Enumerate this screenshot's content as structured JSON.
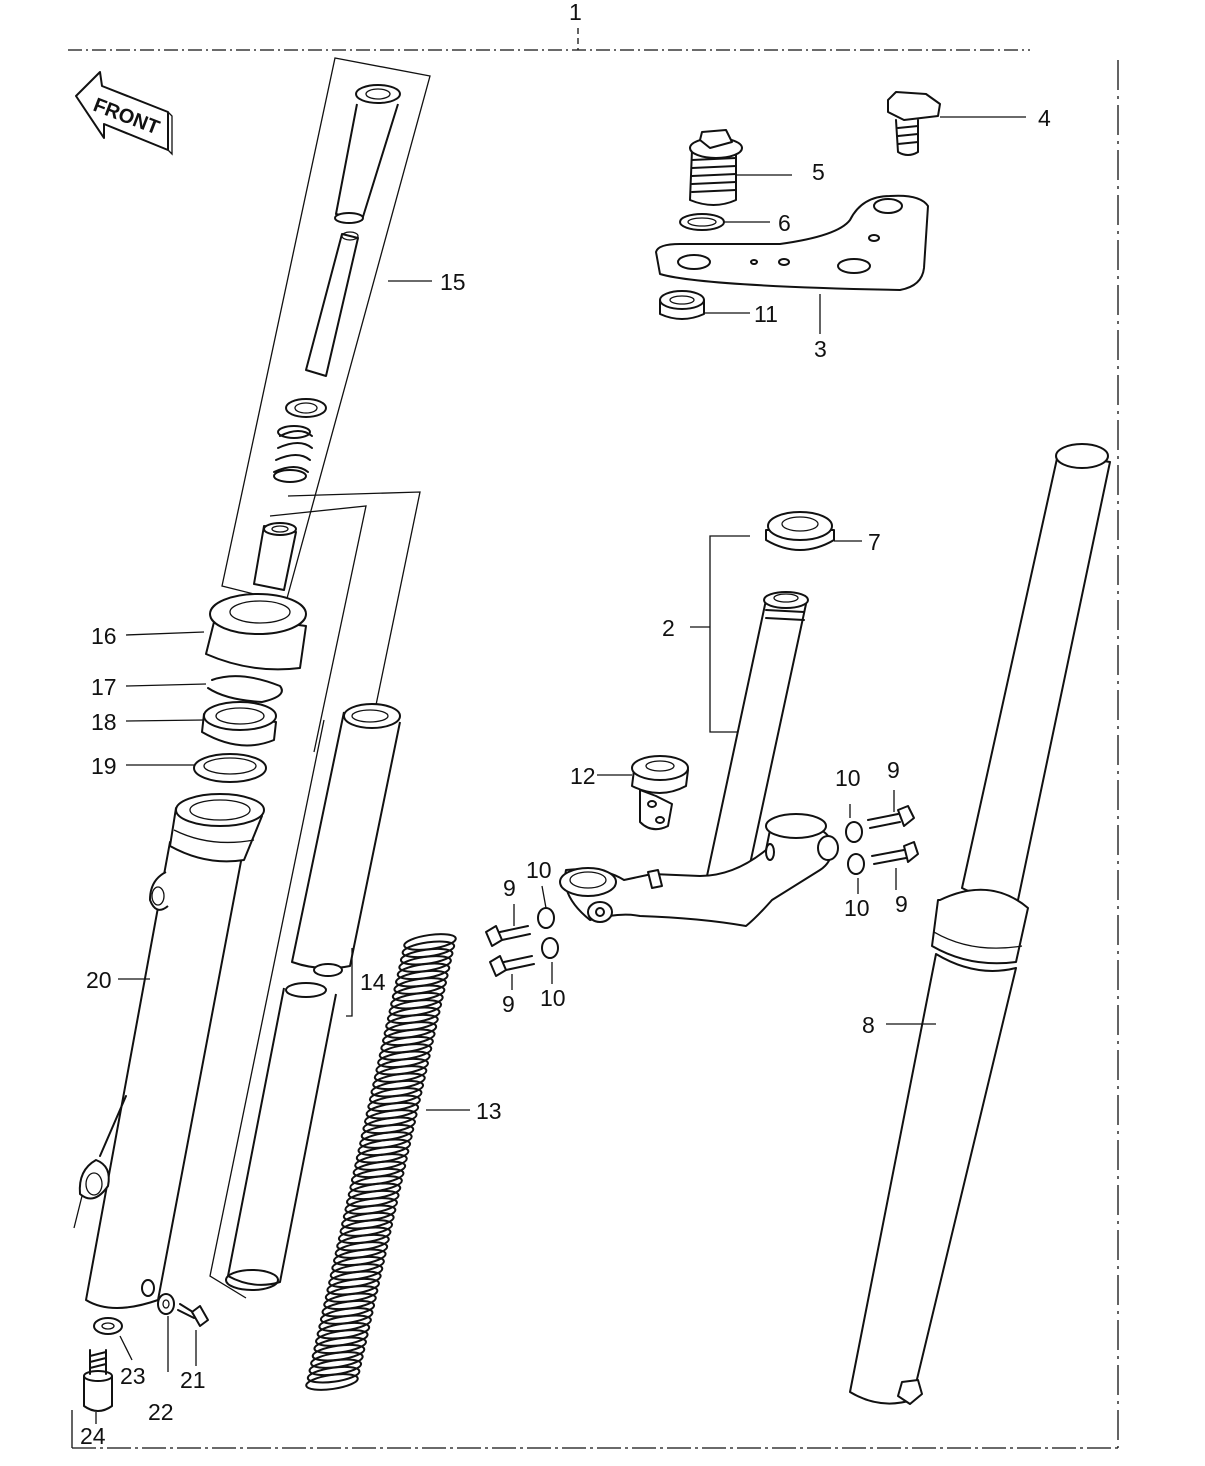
{
  "front_arrow": {
    "label": "FRONT"
  },
  "callouts": {
    "c1": "1",
    "c2": "2",
    "c3": "3",
    "c4": "4",
    "c5": "5",
    "c6": "6",
    "c7": "7",
    "c8": "8",
    "c9a": "9",
    "c9b": "9",
    "c9c": "9",
    "c9d": "9",
    "c10a": "10",
    "c10b": "10",
    "c10c": "10",
    "c10d": "10",
    "c11": "11",
    "c12": "12",
    "c13": "13",
    "c14": "14",
    "c15": "15",
    "c16": "16",
    "c17": "17",
    "c18": "18",
    "c19": "19",
    "c20": "20",
    "c21": "21",
    "c22": "22",
    "c23": "23",
    "c24": "24"
  }
}
